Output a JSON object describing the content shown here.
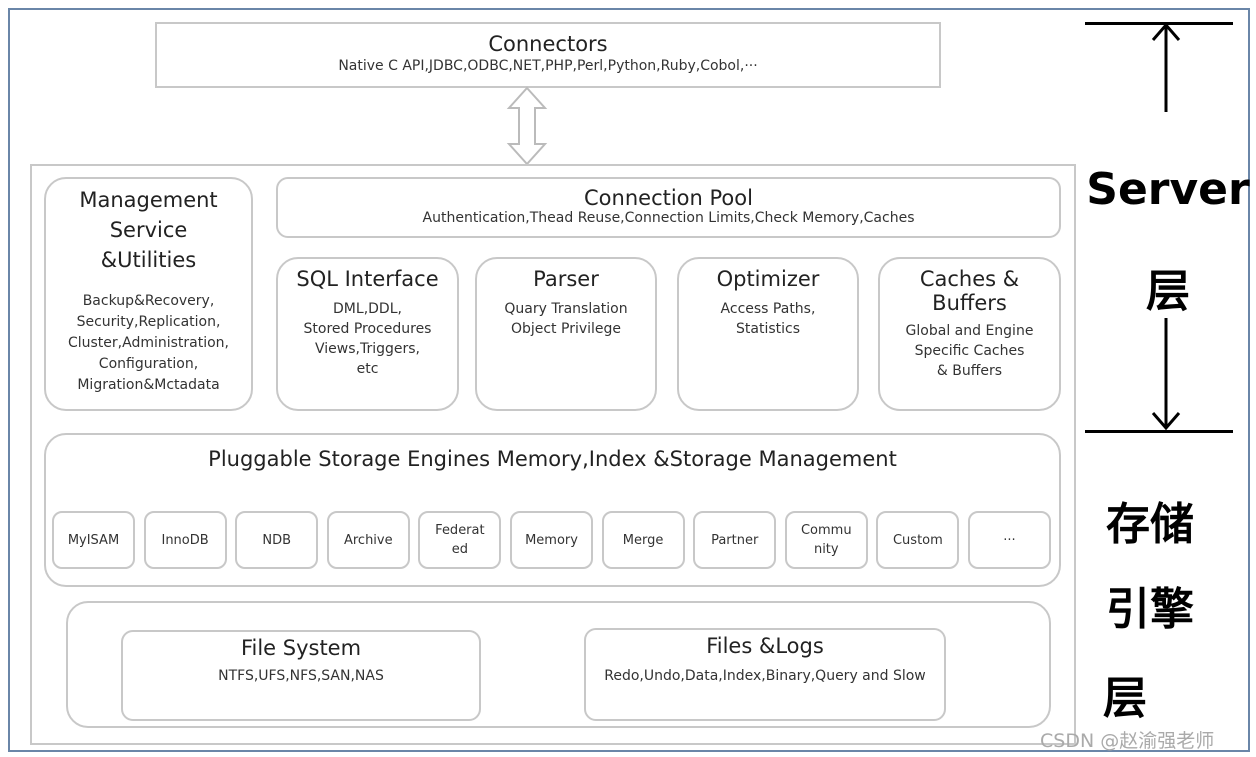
{
  "connectors": {
    "title": "Connectors",
    "subtitle": "Native C API,JDBC,ODBC,NET,PHP,Perl,Python,Ruby,Cobol,···"
  },
  "management": {
    "title": "Management\nService\n&Utilities",
    "body": "Backup&Recovery,\nSecurity,Replication,\nCluster,Administration,\nConfiguration,\nMigration&Mctadata"
  },
  "connection_pool": {
    "title": "Connection Pool",
    "subtitle": "Authentication,Thead Reuse,Connection Limits,Check Memory,Caches"
  },
  "modules": [
    {
      "title": "SQL Interface",
      "body": "DML,DDL,\nStored Procedures\nViews,Triggers,\netc"
    },
    {
      "title": "Parser",
      "body": "Quary Translation\nObject Privilege"
    },
    {
      "title": "Optimizer",
      "body": "Access Paths,\nStatistics"
    },
    {
      "title": "Caches & Buffers",
      "body": "Global and Engine\nSpecific Caches\n& Buffers"
    }
  ],
  "storage": {
    "title": "Pluggable Storage Engines Memory,Index &Storage Management",
    "engines": [
      "MyISAM",
      "InnoDB",
      "NDB",
      "Archive",
      "Federat\ned",
      "Memory",
      "Merge",
      "Partner",
      "Commu\nnity",
      "Custom",
      "···"
    ]
  },
  "file_system": {
    "title": "File System",
    "subtitle": "NTFS,UFS,NFS,SAN,NAS"
  },
  "files_logs": {
    "title": "Files &Logs",
    "subtitle": "Redo,Undo,Data,Index,Binary,Query and Slow"
  },
  "layers": {
    "server": "Server",
    "server_suffix": "层",
    "storage_1": "存储",
    "storage_2": "引擎",
    "storage_3": "层"
  },
  "watermark": "CSDN @赵渝强老师"
}
